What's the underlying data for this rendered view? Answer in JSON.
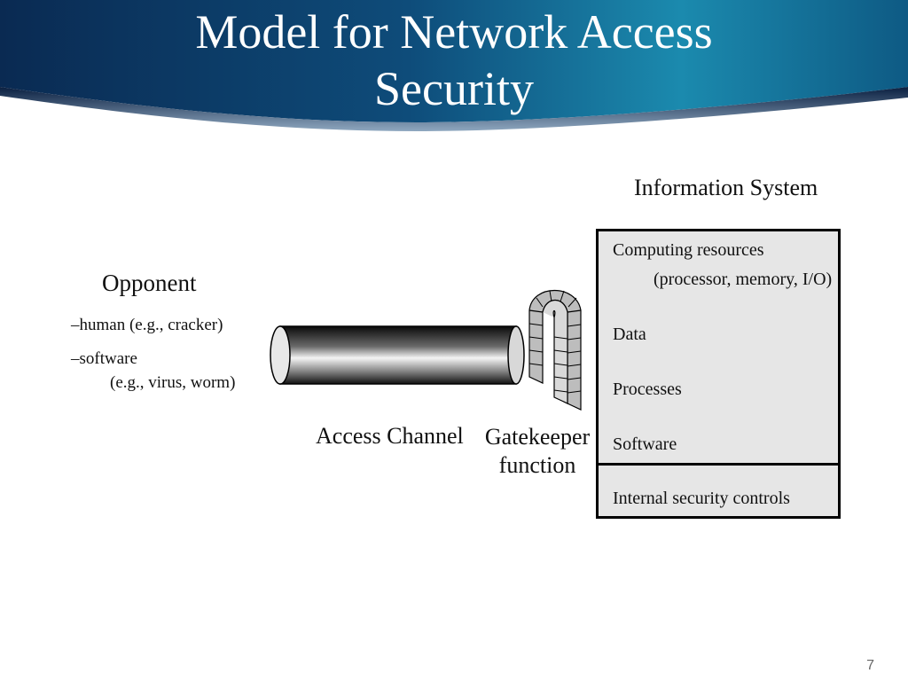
{
  "slide": {
    "title_line1": "Model for Network Access",
    "title_line2": "Security",
    "page_number": "7"
  },
  "opponent": {
    "title": "Opponent",
    "items": [
      "–human (e.g., cracker)",
      "–software",
      "(e.g., virus, worm)"
    ]
  },
  "channel": {
    "label": "Access Channel"
  },
  "gatekeeper": {
    "label_line1": "Gatekeeper",
    "label_line2": "function"
  },
  "info_system": {
    "title": "Information System",
    "items": [
      "Computing resources",
      "(processor, memory, I/O)",
      "Data",
      "Processes",
      "Software"
    ],
    "controls": "Internal security controls"
  },
  "colors": {
    "banner_dark": "#0c2a55",
    "banner_light": "#1f8fb0",
    "box_fill": "#e6e6e6"
  }
}
